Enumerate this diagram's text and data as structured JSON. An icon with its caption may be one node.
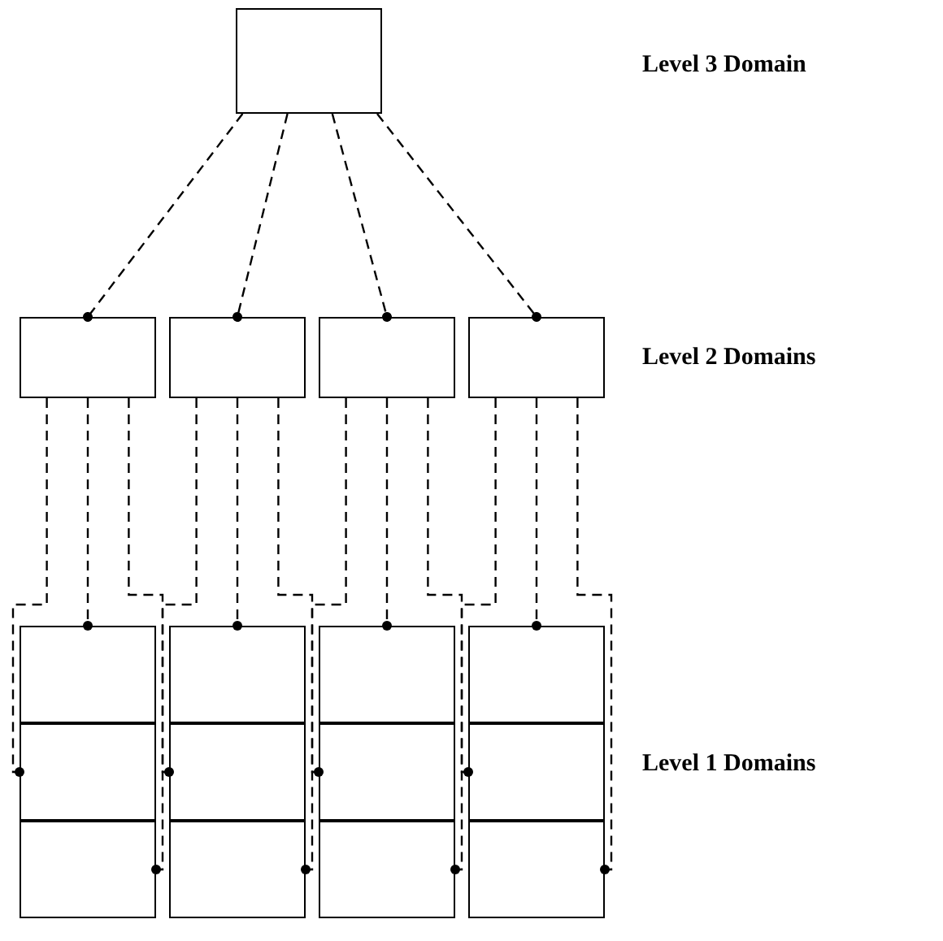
{
  "diagram": {
    "nodes": [
      {
        "text": [],
        "shape": "box"
      },
      {
        "text": [],
        "shape": "box"
      },
      {
        "text": [],
        "shape": "box"
      },
      {
        "text": [],
        "shape": "box"
      },
      {
        "text": [],
        "shape": "box"
      },
      {
        "text": [],
        "shape": "box"
      },
      {
        "text": [],
        "shape": "box"
      },
      {
        "text": [],
        "shape": "box"
      },
      {
        "text": [],
        "shape": "box"
      },
      {
        "text": [],
        "shape": "box"
      },
      {
        "text": [],
        "shape": "box"
      },
      {
        "text": [],
        "shape": "box"
      },
      {
        "text": [],
        "shape": "box"
      },
      {
        "text": [],
        "shape": "box"
      },
      {
        "text": [],
        "shape": "box"
      },
      {
        "text": [],
        "shape": "box"
      },
      {
        "text": [],
        "shape": "box"
      }
    ],
    "edges": [
      {
        "from": 0,
        "to": 1,
        "arrow": "other",
        "style": "dashed"
      },
      {
        "from": 0,
        "to": 2,
        "arrow": "other",
        "style": "dashed"
      },
      {
        "from": 0,
        "to": 3,
        "arrow": "other",
        "style": "dashed"
      },
      {
        "from": 0,
        "to": 4,
        "arrow": "other",
        "style": "dashed"
      },
      {
        "from": 1,
        "to": 5,
        "arrow": "other",
        "style": "dashed"
      },
      {
        "from": 1,
        "to": 9,
        "arrow": "other",
        "style": "dashed"
      },
      {
        "from": 1,
        "to": 13,
        "arrow": "other",
        "style": "dashed"
      },
      {
        "from": 2,
        "to": 6,
        "arrow": "other",
        "style": "dashed"
      },
      {
        "from": 2,
        "to": 10,
        "arrow": "other",
        "style": "dashed"
      },
      {
        "from": 2,
        "to": 14,
        "arrow": "other",
        "style": "dashed"
      },
      {
        "from": 3,
        "to": 7,
        "arrow": "other",
        "style": "dashed"
      },
      {
        "from": 3,
        "to": 11,
        "arrow": "other",
        "style": "dashed"
      },
      {
        "from": 3,
        "to": 15,
        "arrow": "other",
        "style": "dashed"
      },
      {
        "from": 4,
        "to": 8,
        "arrow": "other",
        "style": "dashed"
      },
      {
        "from": 4,
        "to": 12,
        "arrow": "other",
        "style": "dashed"
      },
      {
        "from": 4,
        "to": 16,
        "arrow": "other",
        "style": "dashed"
      }
    ],
    "labels": [
      "Level 3 Domain",
      "Level 2 Domains",
      "Level 1 Domains"
    ]
  }
}
